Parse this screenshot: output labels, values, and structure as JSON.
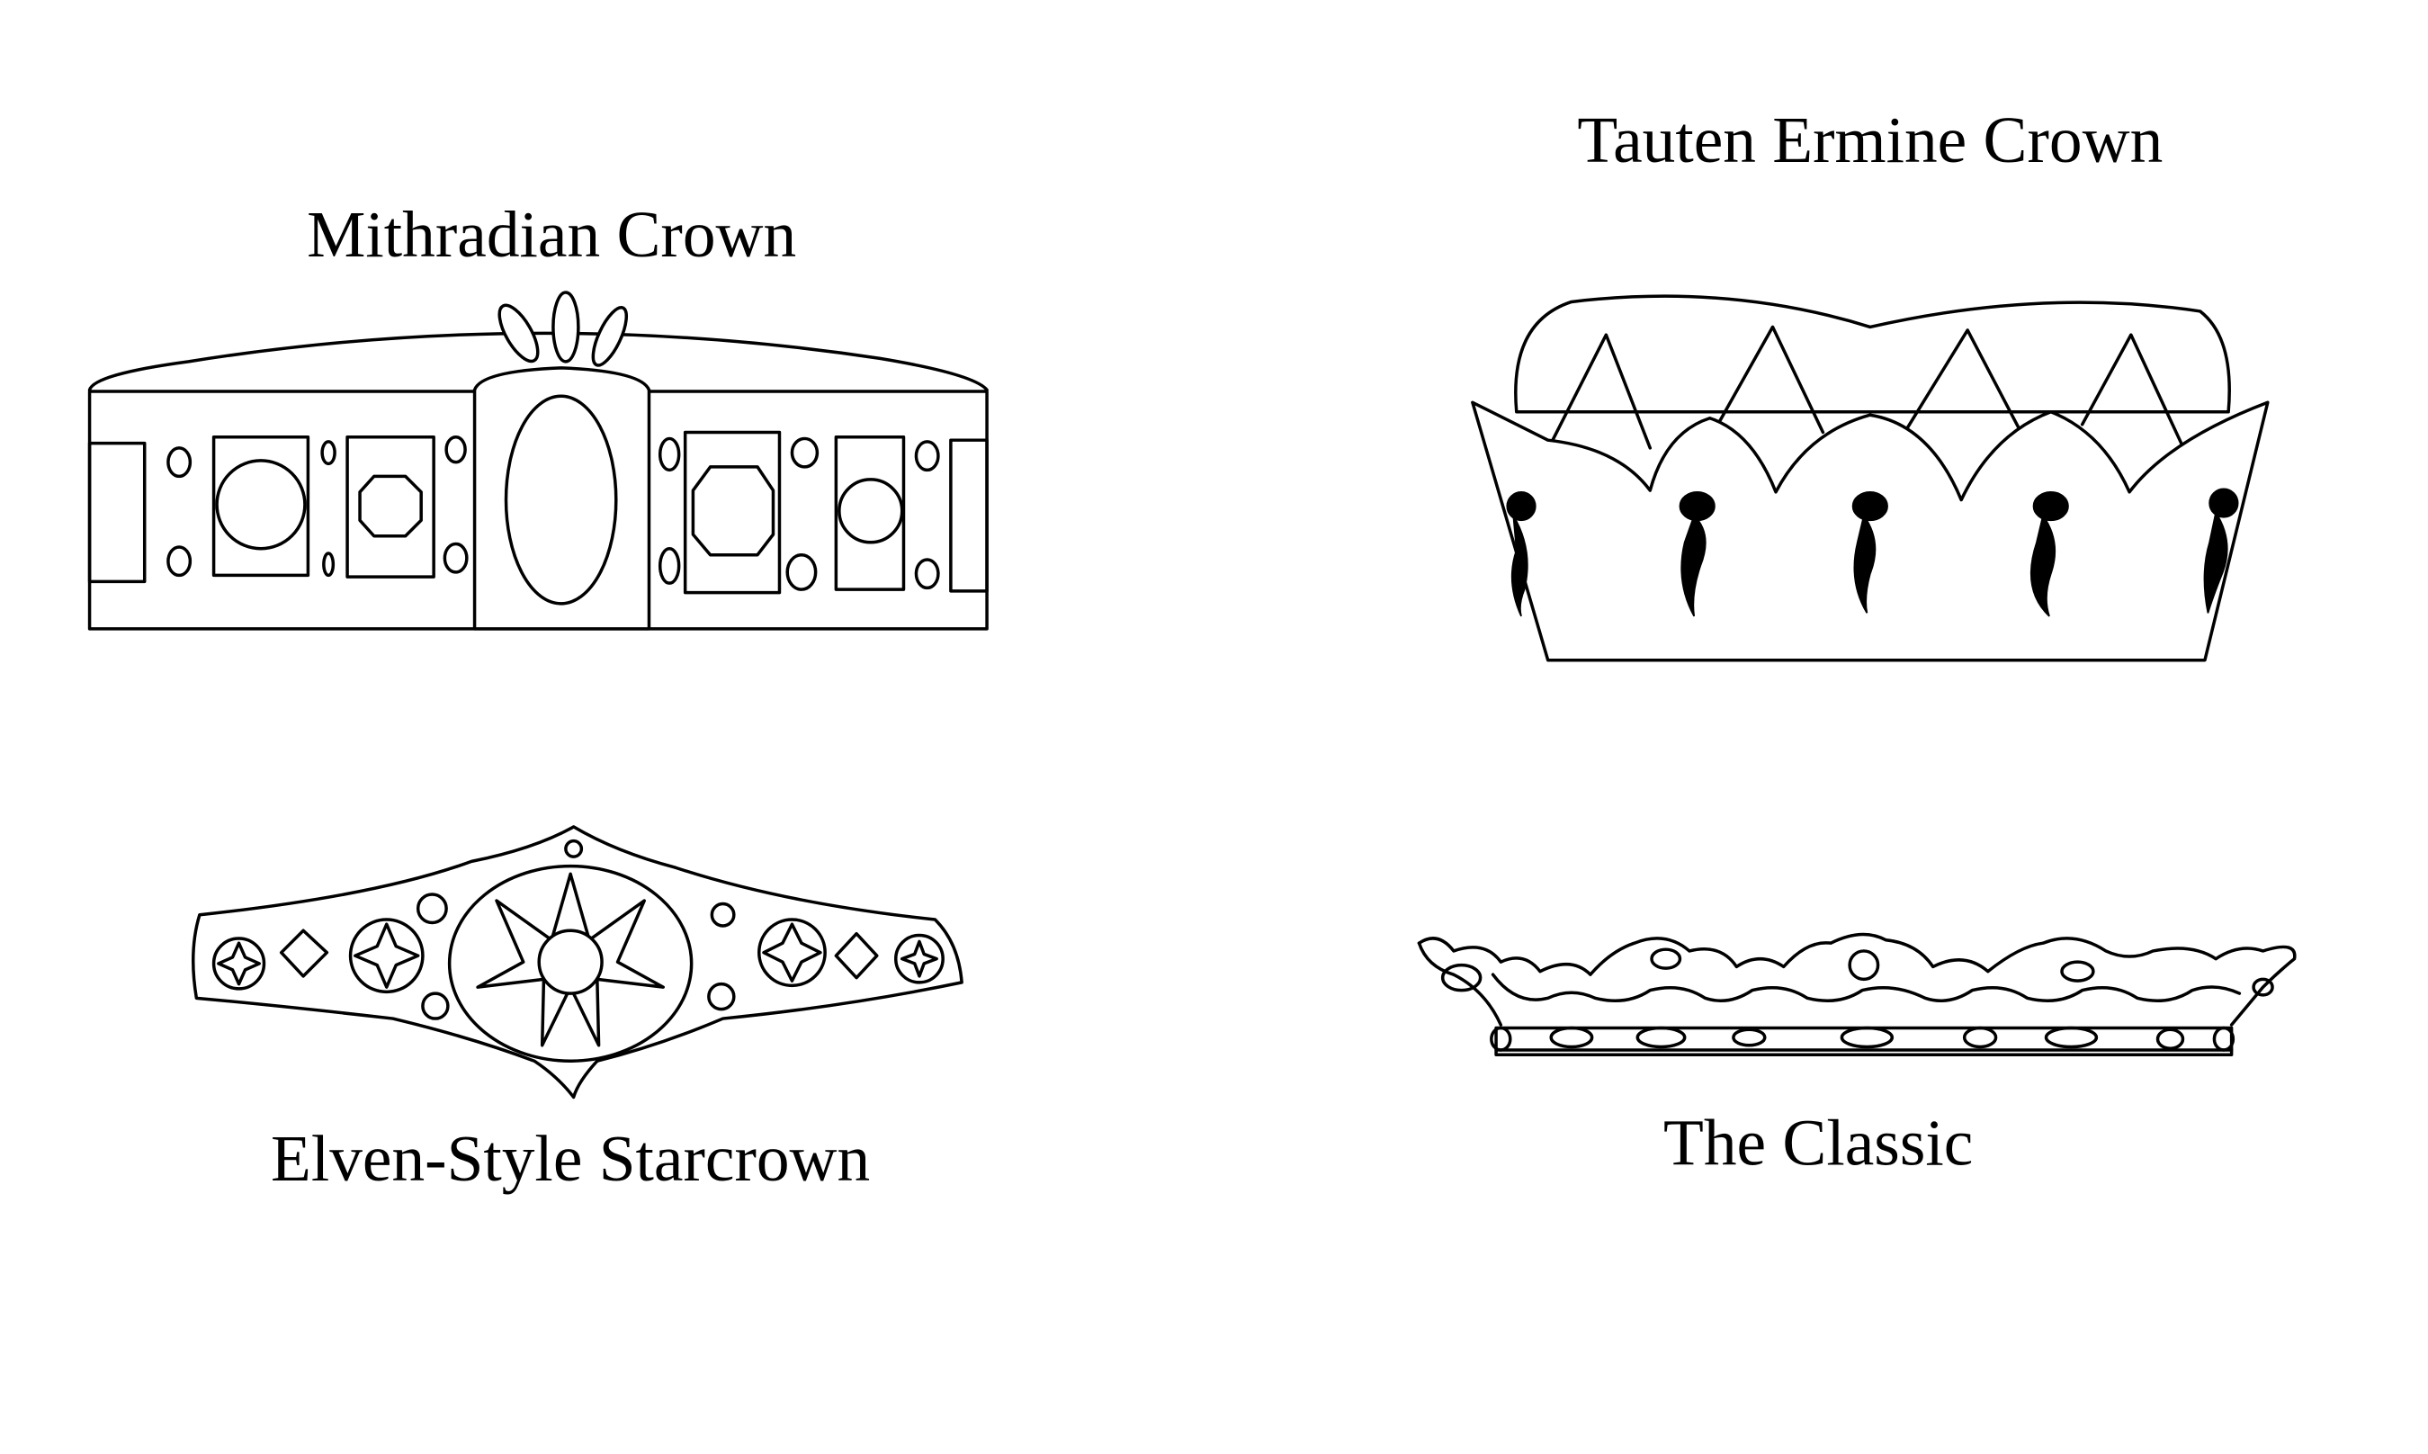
{
  "crowns": [
    {
      "name": "Mithradian Crown"
    },
    {
      "name": "Tauten Ermine Crown"
    },
    {
      "name": "Elven-Style Starcrown"
    },
    {
      "name": "The Classic"
    }
  ],
  "colors": {
    "ink": "#000000",
    "paper": "#ffffff"
  }
}
